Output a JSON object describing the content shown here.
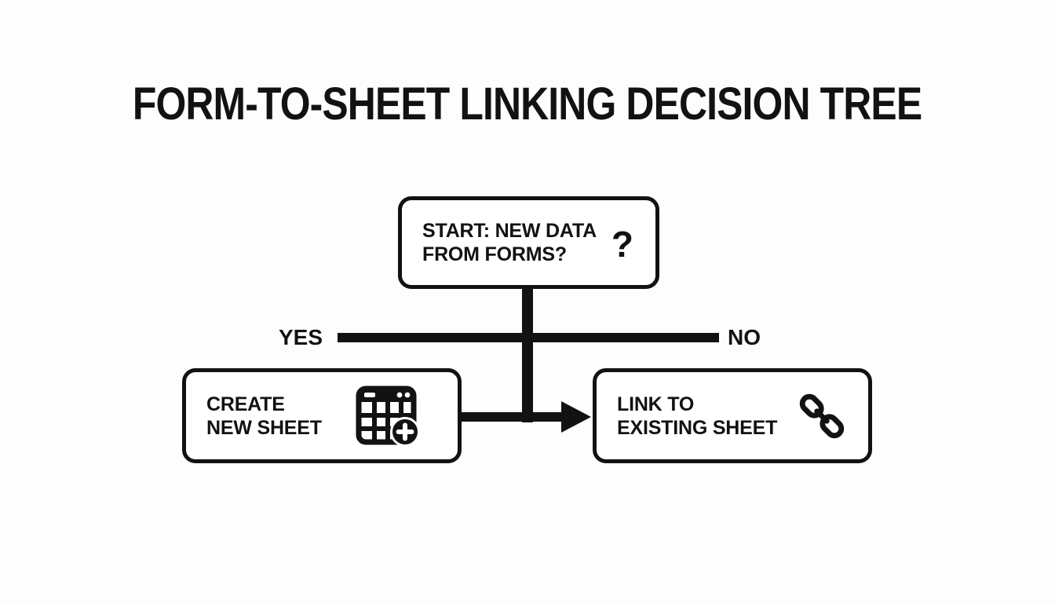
{
  "title": "FORM-TO-SHEET LINKING DECISION TREE",
  "diagram": {
    "start_node": {
      "line1": "START: NEW DATA",
      "line2": "FROM FORMS?",
      "icon_glyph": "?"
    },
    "branch_labels": {
      "yes": "YES",
      "no": "NO"
    },
    "yes_node": {
      "line1": "CREATE",
      "line2": "NEW SHEET",
      "icon": "new-spreadsheet-icon"
    },
    "no_node": {
      "line1": "LINK TO",
      "line2": "EXISTING SHEET",
      "icon": "chain-link-icon"
    }
  },
  "colors": {
    "ink": "#121212",
    "node_fill": "#ffffff",
    "background": "#fdfdfd"
  }
}
